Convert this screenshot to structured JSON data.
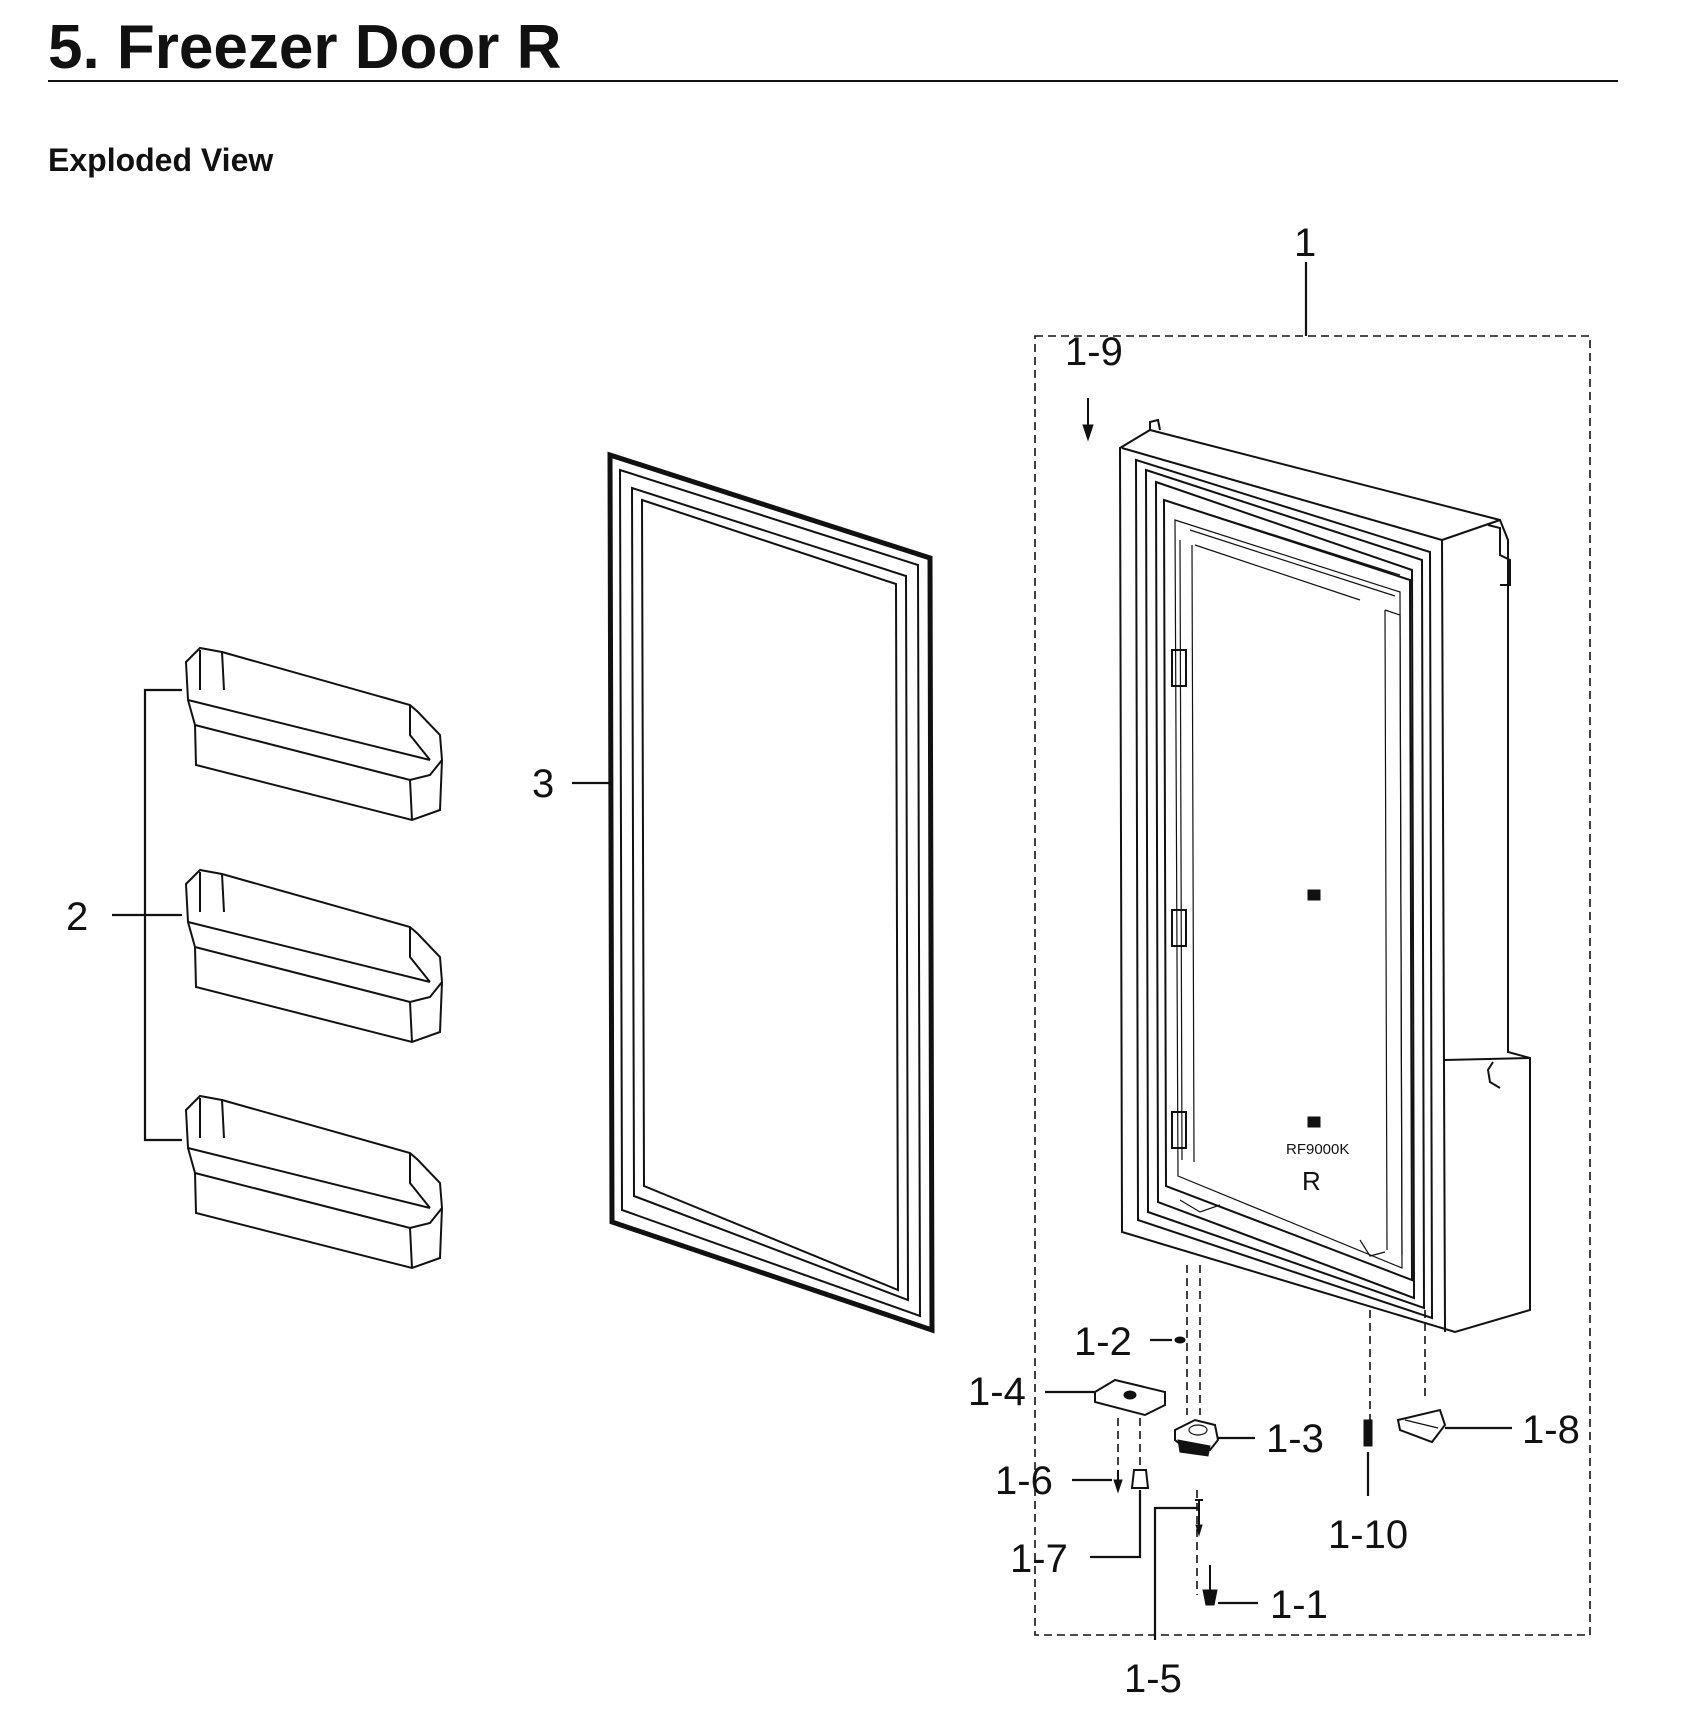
{
  "header": {
    "title": "5.  Freezer Door R",
    "subtitle": "Exploded View"
  },
  "diagram": {
    "part_labels": [
      "1",
      "1-9",
      "3",
      "2",
      "1-2",
      "1-4",
      "1-3",
      "1-8",
      "1-6",
      "1-10",
      "1-7",
      "1-1",
      "1-5"
    ],
    "door_markings": {
      "model": "RF9000K",
      "side": "R"
    }
  }
}
